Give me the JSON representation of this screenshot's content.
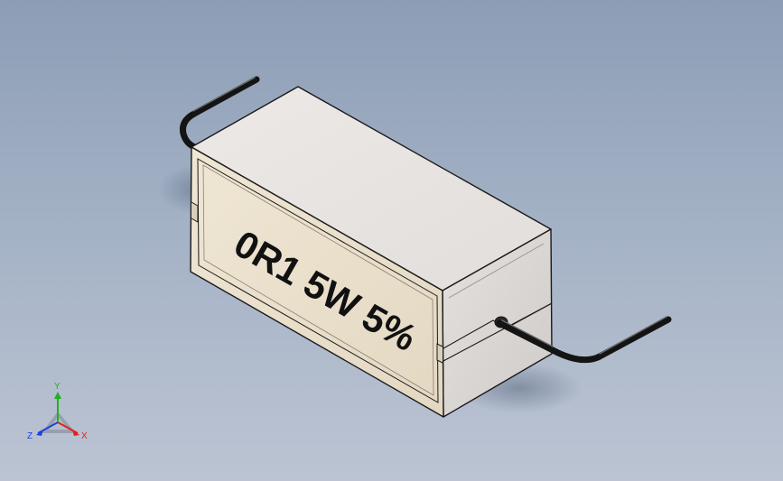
{
  "component": {
    "label_text": "0R1 5W 5%",
    "colors": {
      "body_top": "#e8e4e0",
      "body_front": "#e8ddc8",
      "body_right": "#dcd8d5",
      "lead": "#141414"
    }
  },
  "triad": {
    "x_label": "X",
    "y_label": "Y",
    "z_label": "Z",
    "colors": {
      "x": "#e02020",
      "y": "#20b020",
      "z": "#2040e0"
    }
  }
}
